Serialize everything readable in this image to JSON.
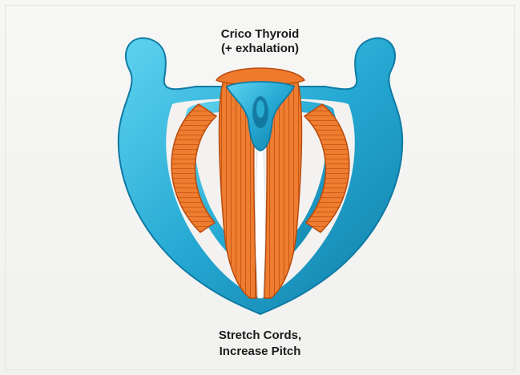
{
  "top_label": {
    "line1": "Crico Thyroid",
    "line2": "(+ exhalation)"
  },
  "bottom_label": {
    "line1": "Stretch Cords,",
    "line2": "Increase Pitch"
  },
  "colors": {
    "cartilage": "#2bb3d8",
    "cartilage_dark": "#1486b0",
    "muscle": "#ef7a2c",
    "muscle_dark": "#c95312",
    "vocal_cord": "#ffffff"
  }
}
